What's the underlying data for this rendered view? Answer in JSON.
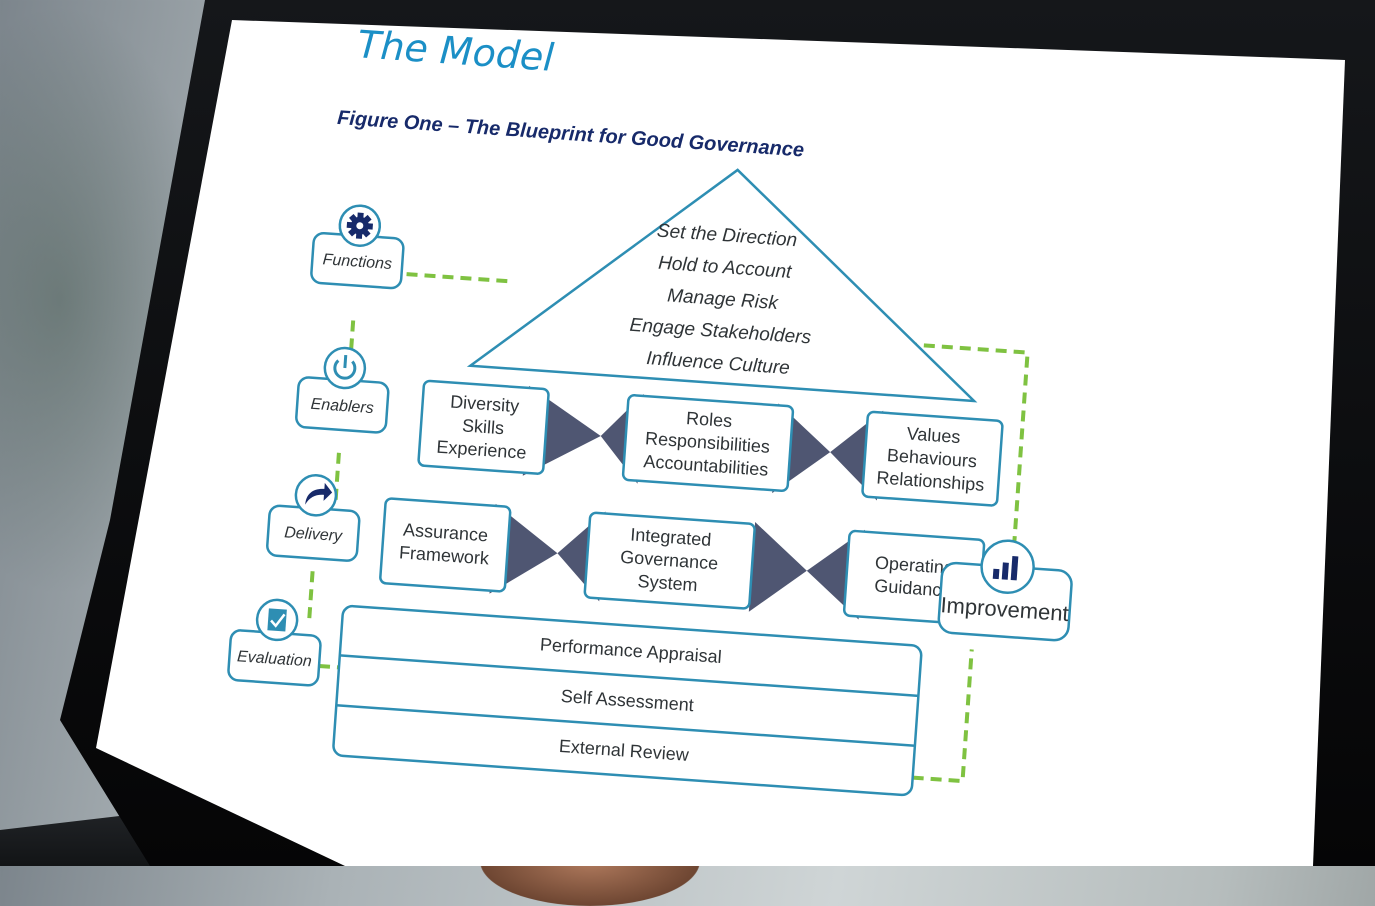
{
  "slide": {
    "title": "The Model",
    "figure_caption": "Figure One – The Blueprint for Good Governance"
  },
  "roof": {
    "lines": [
      "Set the Direction",
      "Hold to Account",
      "Manage Risk",
      "Engage Stakeholders",
      "Influence Culture"
    ]
  },
  "enablers_row": {
    "left": [
      "Diversity",
      "Skills",
      "Experience"
    ],
    "middle": [
      "Roles",
      "Responsibilities",
      "Accountabilities"
    ],
    "right": [
      "Values",
      "Behaviours",
      "Relationships"
    ]
  },
  "delivery_row": {
    "left": [
      "Assurance",
      "Framework"
    ],
    "middle": [
      "Integrated",
      "Governance",
      "System"
    ],
    "right": [
      "Operating",
      "Guidance"
    ]
  },
  "evaluation_stack": [
    "Performance Appraisal",
    "Self Assessment",
    "External Review"
  ],
  "side_labels": {
    "functions": "Functions",
    "enablers": "Enablers",
    "delivery": "Delivery",
    "evaluation": "Evaluation",
    "improvement": "Improvement"
  },
  "icons": {
    "functions": "gear-icon",
    "enablers": "power-icon",
    "delivery": "share-arrow-icon",
    "evaluation": "checklist-icon",
    "improvement": "bar-chart-icon"
  },
  "colors": {
    "title_blue": "#1b8fc6",
    "caption_navy": "#172a6a",
    "outline_blue": "#2e8eb3",
    "connector_green": "#7fc241",
    "bowtie_slate": "#4f5672"
  }
}
